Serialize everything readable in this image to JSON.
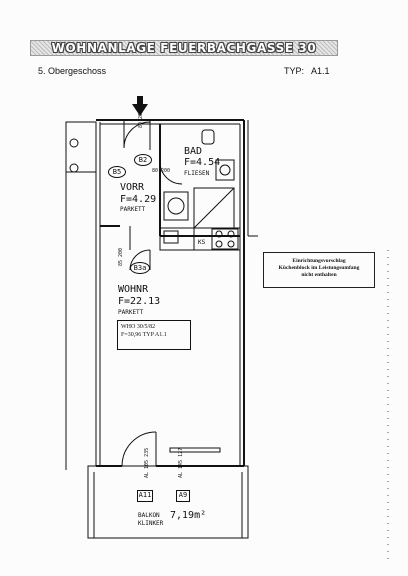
{
  "header": {
    "title": "WOHNANLAGE FEUERBACHGASSE 30",
    "floor": "5. Obergeschoss",
    "typ_label": "TYP:",
    "typ_value": "A1.1"
  },
  "note_box": {
    "line1": "Einrichtungsvorschlag",
    "line2": "Küchenblock im Leistungsumfang",
    "line3": "nicht enthalten"
  },
  "rooms": {
    "bad": {
      "name": "BAD",
      "area": "F=4.54",
      "floor": "FLIESEN"
    },
    "vorr": {
      "name": "VORR",
      "area": "F=4.29",
      "floor": "PARKETT"
    },
    "wohnr": {
      "name": "WOHNR",
      "area": "F=22.13",
      "floor": "PARKETT"
    },
    "balkon": {
      "name": "BALKON",
      "area": "7,19m²",
      "floor": "KLINKER"
    }
  },
  "info_box": {
    "line1": "WHO 30/5/82",
    "line2": "F=30,96 TYP A1.1"
  },
  "tags": {
    "b2": "B2",
    "b5": "B5",
    "b3a": "B3a",
    "a11": "A11",
    "a9": "A9",
    "ks": "KS"
  },
  "dims": {
    "door_top": "80 200",
    "door_bad": "80 200",
    "door_wohn": "85 200",
    "door_balkon": "AL 105 235",
    "window_balkon": "AL 145 127"
  }
}
